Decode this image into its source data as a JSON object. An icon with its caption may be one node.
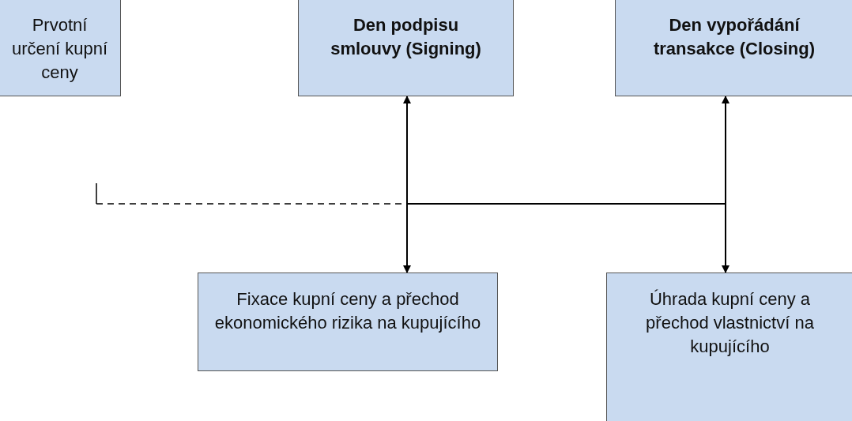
{
  "diagram": {
    "nodes": [
      {
        "text": [
          "Prvotní určení kupní ceny"
        ]
      },
      {
        "text": [
          "Den podpisu smlouvy (Signing)"
        ]
      },
      {
        "text": [
          "Den vypořádání transakce (Closing)"
        ]
      },
      {
        "text": [
          "Fixace kupní ceny a přechod ekonomického rizika na kupujícího"
        ]
      },
      {
        "text": [
          "Úhrada kupní ceny a přechod vlastnictví na kupujícího"
        ]
      }
    ],
    "edges": [
      {
        "from": 1,
        "to": 3,
        "arrow": "both"
      },
      {
        "from": 2,
        "to": 4,
        "arrow": "both"
      }
    ]
  }
}
